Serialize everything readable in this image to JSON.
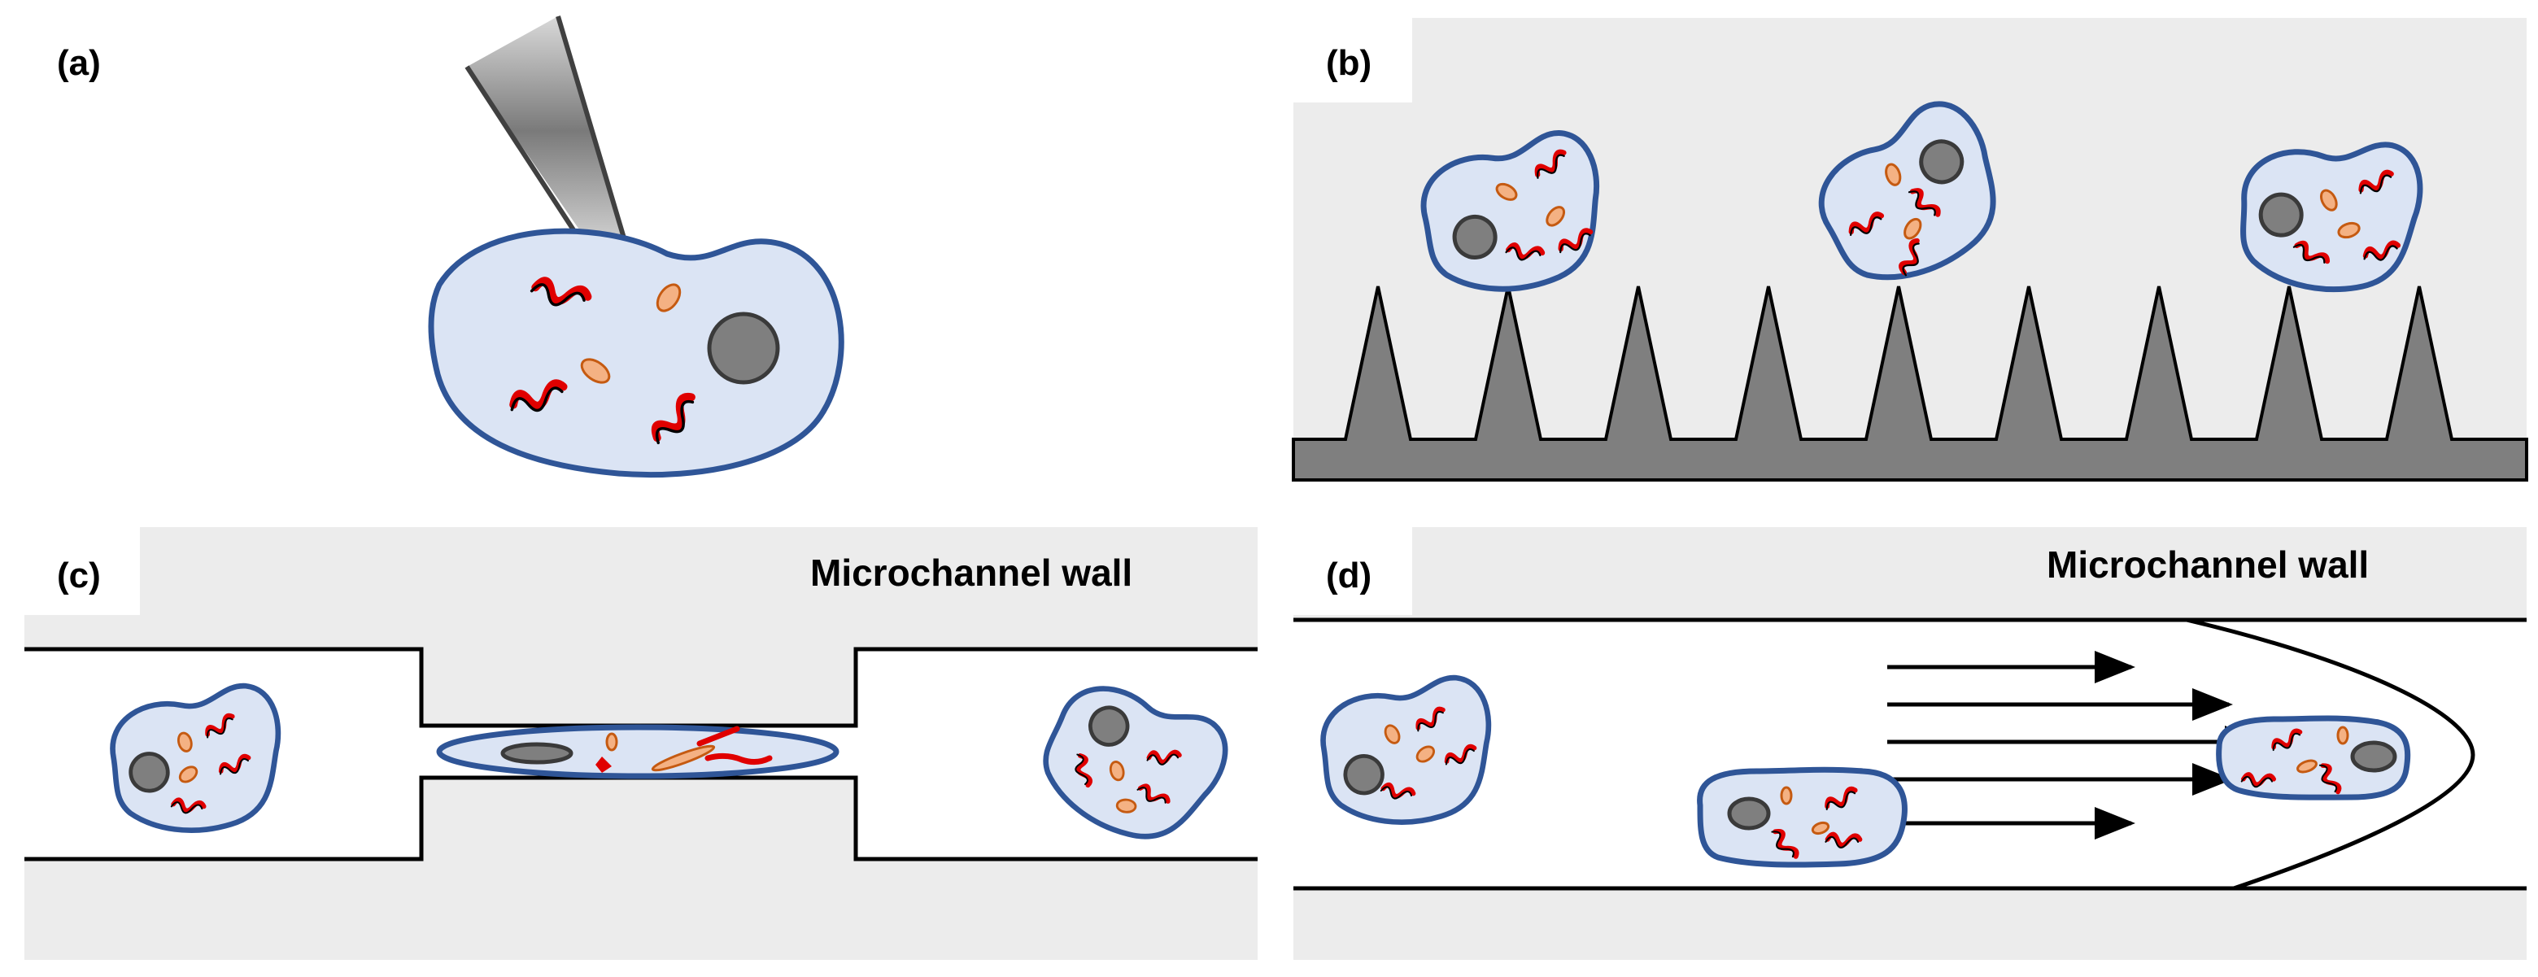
{
  "panels": {
    "a": {
      "label": "(a)"
    },
    "b": {
      "label": "(b)"
    },
    "c": {
      "label": "(c)",
      "wall_title": "Microchannel wall"
    },
    "d": {
      "label": "(d)",
      "wall_title": "Microchannel wall"
    }
  },
  "colors": {
    "background_region": "#ececec",
    "substrate": "#7f7f7f",
    "cell_fill": "#dbe4f4",
    "cell_outline": "#2f5597",
    "nucleus": "#7f7f7f",
    "organelle": "#f4b183",
    "rna": "#e00000"
  },
  "icons": {
    "a": "micropipette-icon",
    "b": "nanoneedle-array-icon",
    "c": "constriction-channel-icon",
    "d": "flow-arrows-icon"
  }
}
